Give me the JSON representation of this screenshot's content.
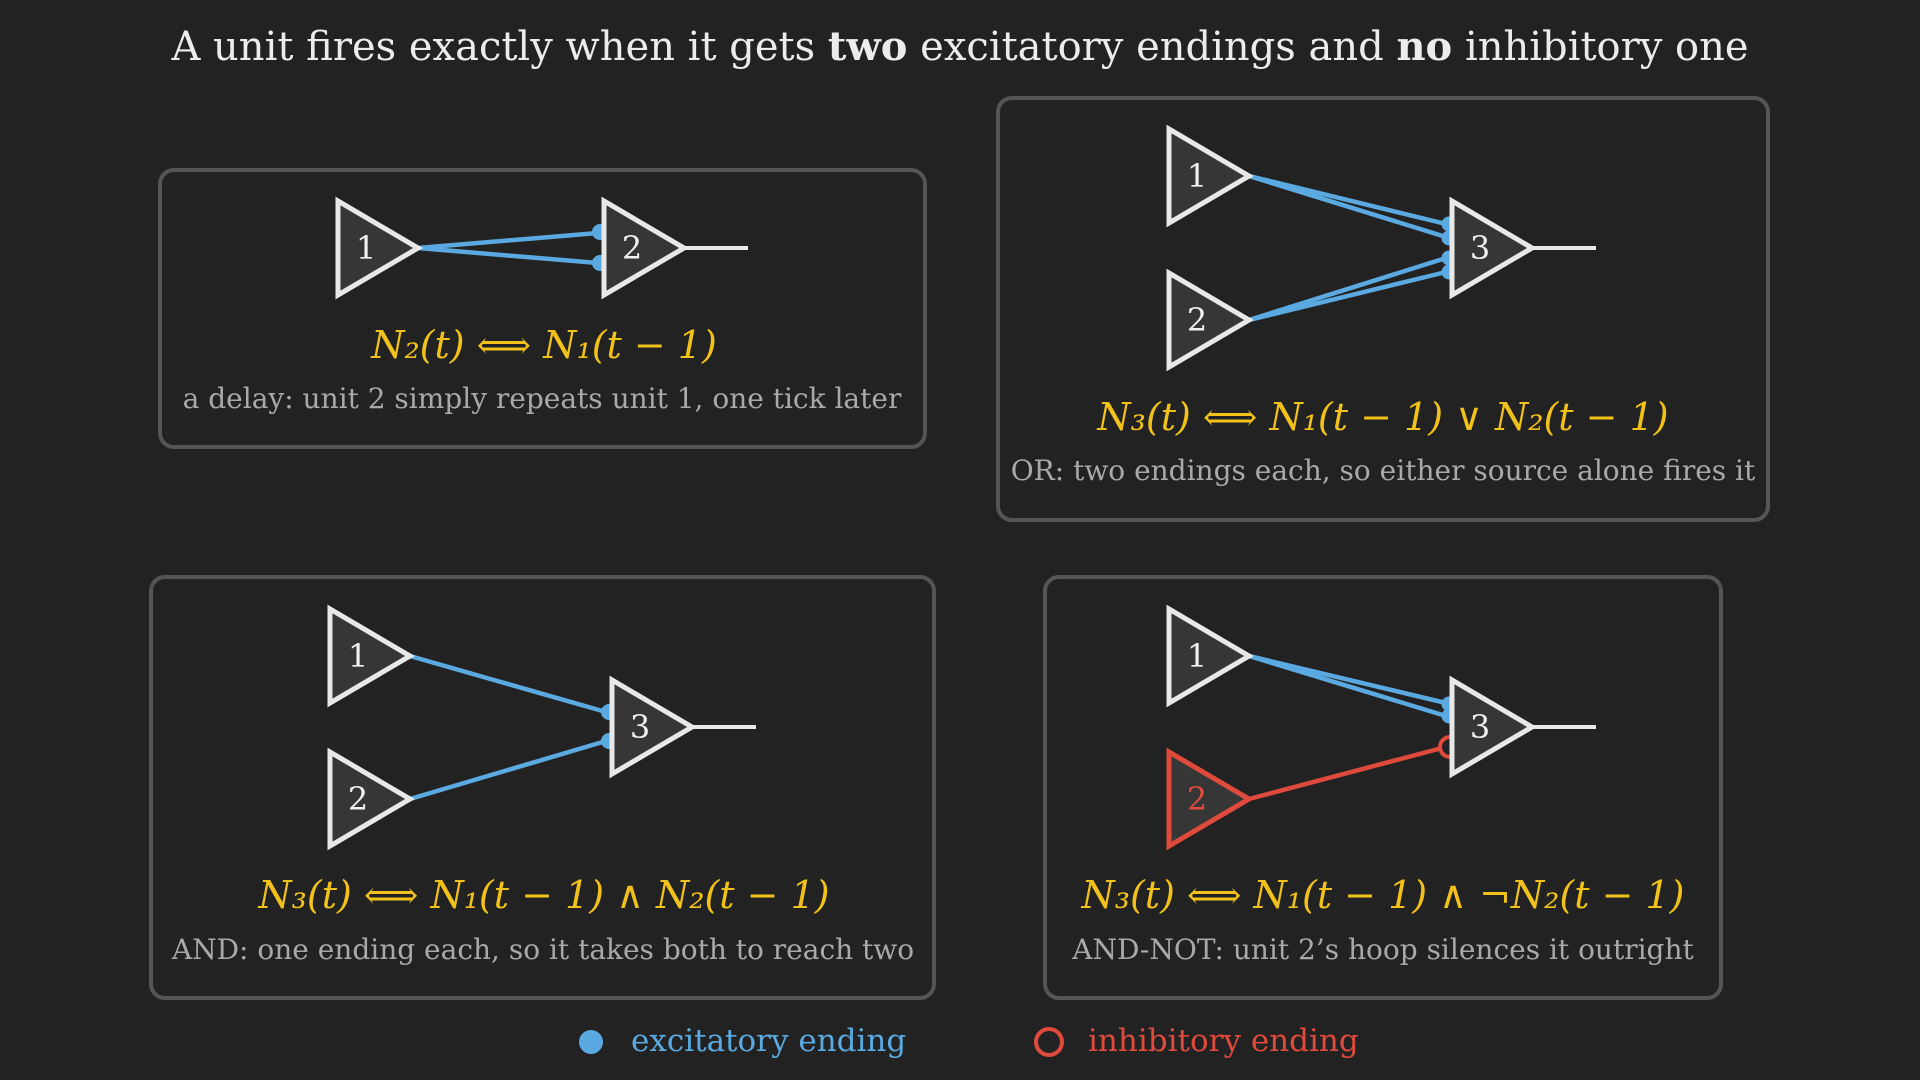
{
  "title": {
    "part1": "A unit fires exactly when it gets ",
    "bold1": "two",
    "part2": " excitatory endings and ",
    "bold2": "no",
    "part3": " inhibitory one"
  },
  "panels": [
    {
      "id": "delay",
      "units": [
        "1",
        "2"
      ],
      "formula": "N₂(t)  ⟺  N₁(t − 1)",
      "caption": "a delay: unit 2 simply repeats unit 1, one tick later"
    },
    {
      "id": "or",
      "units": [
        "1",
        "2",
        "3"
      ],
      "formula": "N₃(t)  ⟺  N₁(t − 1) ∨ N₂(t − 1)",
      "caption": "OR: two endings each, so either source alone fires it"
    },
    {
      "id": "and",
      "units": [
        "1",
        "2",
        "3"
      ],
      "formula": "N₃(t)  ⟺  N₁(t − 1) ∧ N₂(t − 1)",
      "caption": "AND: one ending each, so it takes both to reach two"
    },
    {
      "id": "and-not",
      "units": [
        "1",
        "2",
        "3"
      ],
      "formula": "N₃(t)  ⟺  N₁(t − 1) ∧ ¬N₂(t − 1)",
      "caption": "AND-NOT: unit 2’s hoop silences it outright"
    }
  ],
  "legend": {
    "excitatory": "excitatory ending",
    "inhibitory": "inhibitory ending"
  },
  "colors": {
    "background": "#222222",
    "excitatory": "#5aa9e0",
    "inhibitory": "#e04a3c",
    "formula": "#f2c21b",
    "caption": "#a9a9a9"
  }
}
